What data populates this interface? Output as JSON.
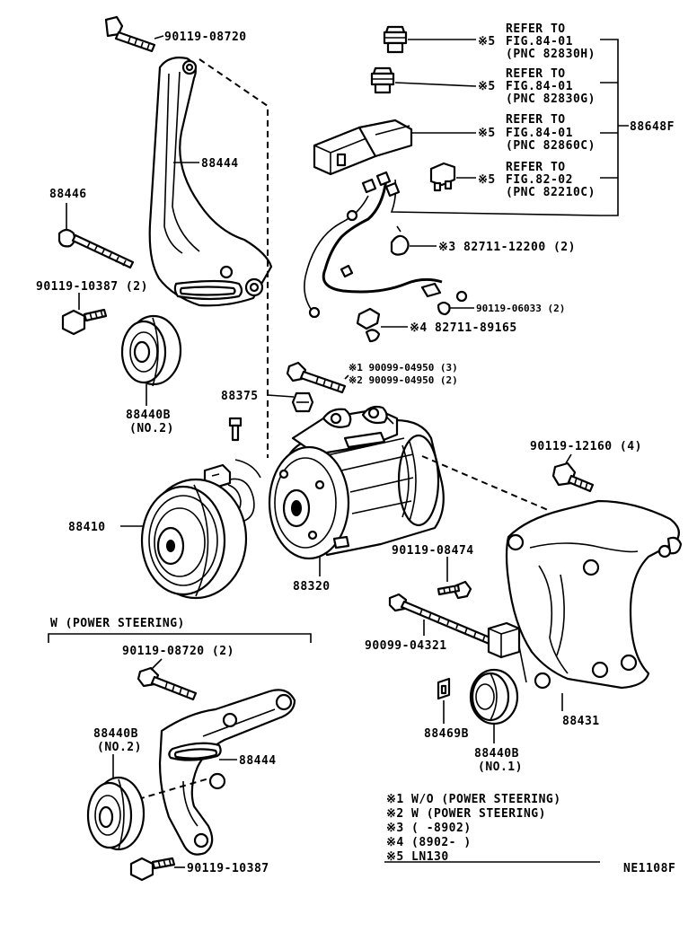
{
  "labels": {
    "bolt_top": "90119-08720",
    "bracket_upper": "88444",
    "bolt_88446": "88446",
    "bolt_10387": "90119-10387 (2)",
    "pulley_upper": "88440B",
    "pulley_upper_no": "(NO.2)",
    "sensor1_ref1": "REFER TO",
    "sensor1_ref2": "FIG.84-01",
    "sensor1_ref3": "(PNC 82830H)",
    "sensor1_mark": "※5",
    "sensor2_ref1": "REFER TO",
    "sensor2_ref2": "FIG.84-01",
    "sensor2_ref3": "(PNC 82830G)",
    "sensor2_mark": "※5",
    "sensor3_ref1": "REFER TO",
    "sensor3_ref2": "FIG.84-01",
    "sensor3_ref3": "(PNC 82860C)",
    "sensor3_mark": "※5",
    "sensor4_ref1": "REFER TO",
    "sensor4_ref2": "FIG.82-02",
    "sensor4_ref3": "(PNC 82210C)",
    "sensor4_mark": "※5",
    "harness": "88648F",
    "clamp3": "※3  82711-12200 (2)",
    "bolt_06033": "90119-06033 (2)",
    "clamp4": "※4  82711-89165",
    "bolt_04950_1": "※1 90099-04950 (3)",
    "bolt_04950_2": "※2 90099-04950 (2)",
    "cushion": "88375",
    "clutch": "88410",
    "compressor": "88320",
    "bolt_12160": "90119-12160 (4)",
    "bolt_08474": "90119-08474",
    "bolt_04321": "90099-04321",
    "bracket_lower": "88431",
    "plate": "88469B",
    "pulley_lower": "88440B",
    "pulley_lower_no": "(NO.1)",
    "ps_title": "W (POWER STEERING)",
    "ps_bolt_top": "90119-08720 (2)",
    "ps_pulley": "88440B",
    "ps_pulley_no": "(NO.2)",
    "ps_bracket": "88444",
    "ps_bolt_bottom": "90119-10387",
    "figure_code": "NE1108F"
  },
  "legend": [
    "※1  W/O  (POWER STEERING)",
    "※2  W  (POWER STEERING)",
    "※3  (      -8902)",
    "※4  (8902-      )",
    "※5  LN130"
  ]
}
